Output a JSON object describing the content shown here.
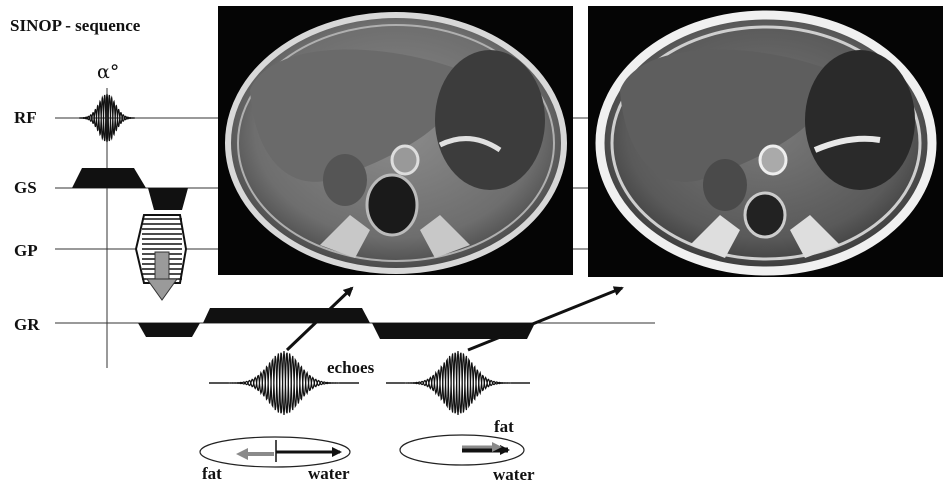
{
  "title": "SINOP - sequence",
  "flip_angle": "α°",
  "rows": {
    "rf": "RF",
    "gs": "GS",
    "gp": "GP",
    "gr": "GR"
  },
  "echoes_label": "echoes",
  "vectors": {
    "first": {
      "left_label": "fat",
      "right_label": "water"
    },
    "second": {
      "top_label": "fat",
      "bottom_label": "water"
    }
  },
  "images": [
    {
      "name": "mri-in-phase",
      "kind": "axial MRI abdomen slice"
    },
    {
      "name": "mri-opposed-phase",
      "kind": "axial MRI abdomen slice"
    }
  ],
  "colors": {
    "ink": "#111111",
    "image_bg": "#050505",
    "fat_arrow": "#8a8a8a"
  }
}
